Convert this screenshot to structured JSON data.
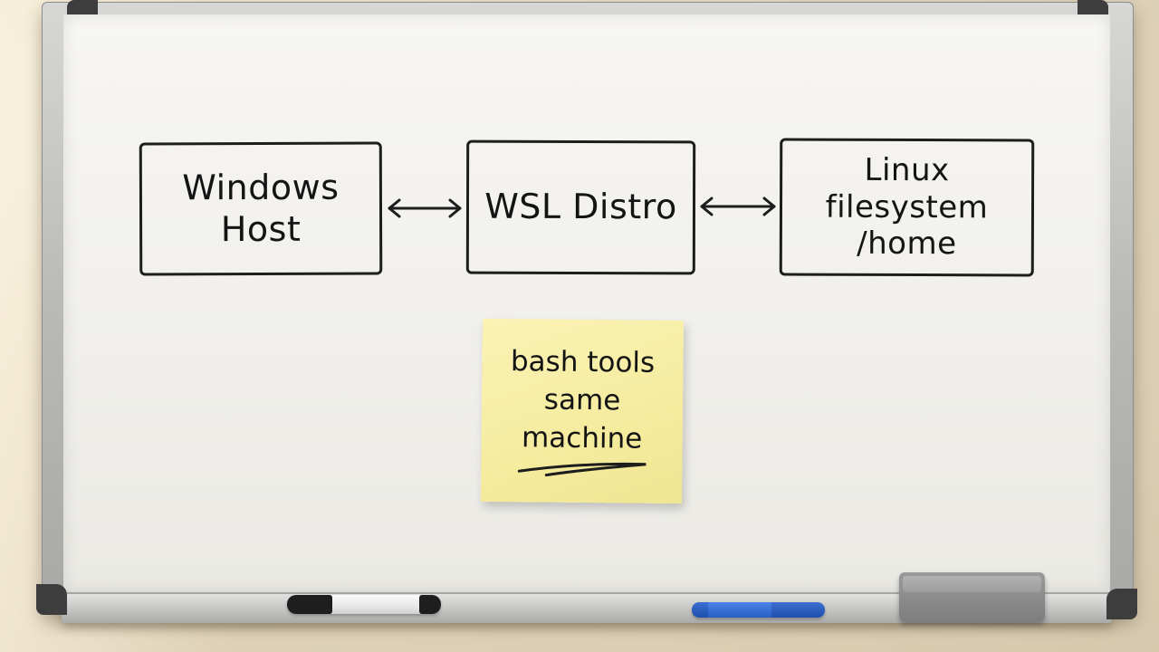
{
  "diagram": {
    "boxes": [
      {
        "id": "windows-host",
        "lines": [
          "Windows Host"
        ]
      },
      {
        "id": "wsl-distro",
        "lines": [
          "WSL Distro"
        ]
      },
      {
        "id": "linux-filesystem",
        "lines": [
          "Linux filesystem",
          "/home"
        ]
      }
    ],
    "connections": [
      {
        "from": "windows-host",
        "to": "wsl-distro",
        "type": "bidirectional"
      },
      {
        "from": "wsl-distro",
        "to": "linux-filesystem",
        "type": "bidirectional"
      }
    ]
  },
  "sticky_note": {
    "lines": [
      "bash tools",
      "same",
      "machine"
    ],
    "underlined": true,
    "color": "#f7eea6"
  },
  "tray_items": {
    "markers": [
      "black-marker",
      "blue-marker"
    ],
    "eraser": "whiteboard-eraser"
  },
  "colors": {
    "ink": "#1d1d1d",
    "board": "#f3f2ee",
    "frame": "#b8b8b6",
    "wall": "#e4d8bf"
  }
}
